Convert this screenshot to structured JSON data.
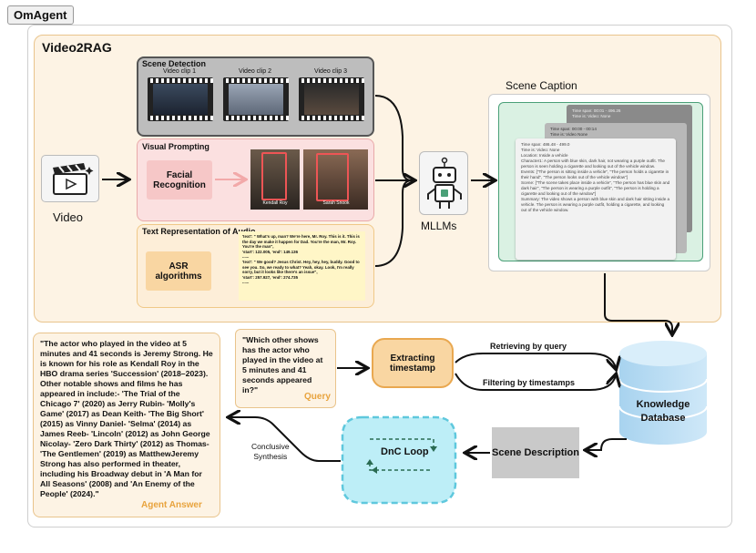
{
  "tag": "OmAgent",
  "video2rag": {
    "title": "Video2RAG",
    "scene_detection": {
      "title": "Scene Detection",
      "clips": [
        "Video clip 1",
        "Video clip 2",
        "Video clip 3"
      ]
    },
    "visual_prompting": {
      "title": "Visual Prompting",
      "facial": "Facial Recognition",
      "names": [
        "Kendall Roy",
        "Sarah Snook"
      ]
    },
    "text_rep": {
      "title": "Text Representation of Audio",
      "asr": "ASR algorithms",
      "lines": [
        "'text': \" What's up, man? We're here, Mr. Roy. This is it. This is the day we make it happen for Dad. You're the man, Mr. Roy. You're the man\",",
        "'start': 122.005, 'end': 149.136",
        "......",
        "'text': \" We good? Jesus Christ. Hey, hey, hey, buddy. Good to see you. So, we ready to what? Yeah, okay. Look, I'm really sorry, but it looks like there's an issue\",",
        "'start': 257.927, 'end': 274.735",
        "......"
      ]
    },
    "video_label": "Video",
    "mllm_label": "MLLMs",
    "scene_caption": {
      "title": "Scene Caption",
      "back_card_2": [
        "Time span: 00:01 - 496.26",
        "Time is: Video: None"
      ],
      "back_card_1": [
        "Time span: 00:00 - 00:14",
        "Time is: Video None"
      ],
      "front_card": [
        "Time span: 486.48 - 499.0",
        "Time is: Video: None",
        "Location: Inside a vehicle",
        "Character1: A person with blue skin, dark hair, not wearing a purple outfit. The person is seen holding a cigarette and looking out of the vehicle window.",
        "Events: [\"The person is sitting inside a vehicle\", \"The person holds a cigarette in their hand\", \"The person looks out of the vehicle window\"]",
        "Scene: [\"The scene takes place inside a vehicle\", \"The person has blue skin and dark hair\", \"The person is wearing a purple outfit\", \"The person is holding a cigarette and looking out of the window\"]",
        "Summary: The video shows a person with blue skin and dark hair sitting inside a vehicle. The person is wearing a purple outfit, holding a cigarette, and looking out of the vehicle window."
      ]
    }
  },
  "knowledge_db": {
    "line1": "Knowledge",
    "line2": "Database"
  },
  "answer": {
    "text": "\"The actor who played in the video at 5 minutes and 41 seconds is Jeremy Strong. He is known for his role as Kendall Roy in the HBO drama series 'Succession' (2018–2023). Other notable shows and films he has appeared in include:- 'The Trial of the Chicago 7' (2020) as Jerry Rubin- 'Molly's Game' (2017) as Dean Keith- 'The Big Short' (2015) as Vinny Daniel- 'Selma' (2014) as James Reeb- 'Lincoln' (2012) as John George Nicolay- 'Zero Dark Thirty' (2012) as Thomas- 'The Gentlemen' (2019) as MatthewJeremy Strong has also performed in theater, including his Broadway debut in 'A Man for All Seasons' (2008) and 'An Enemy of the People' (2024).\"",
    "label": "Agent Answer"
  },
  "query": {
    "text": "\"Which other shows has the actor who played in the video at 5 minutes and 41 seconds appeared in?\"",
    "label": "Query"
  },
  "extract": "Extracting timestamp",
  "retrieving": "Retrieving by query",
  "filtering": "Filtering by timestamps",
  "scene_description": "Scene Description",
  "dnc": "DnC Loop",
  "conclusive": {
    "line1": "Conclusive",
    "line2": "Synthesis"
  }
}
